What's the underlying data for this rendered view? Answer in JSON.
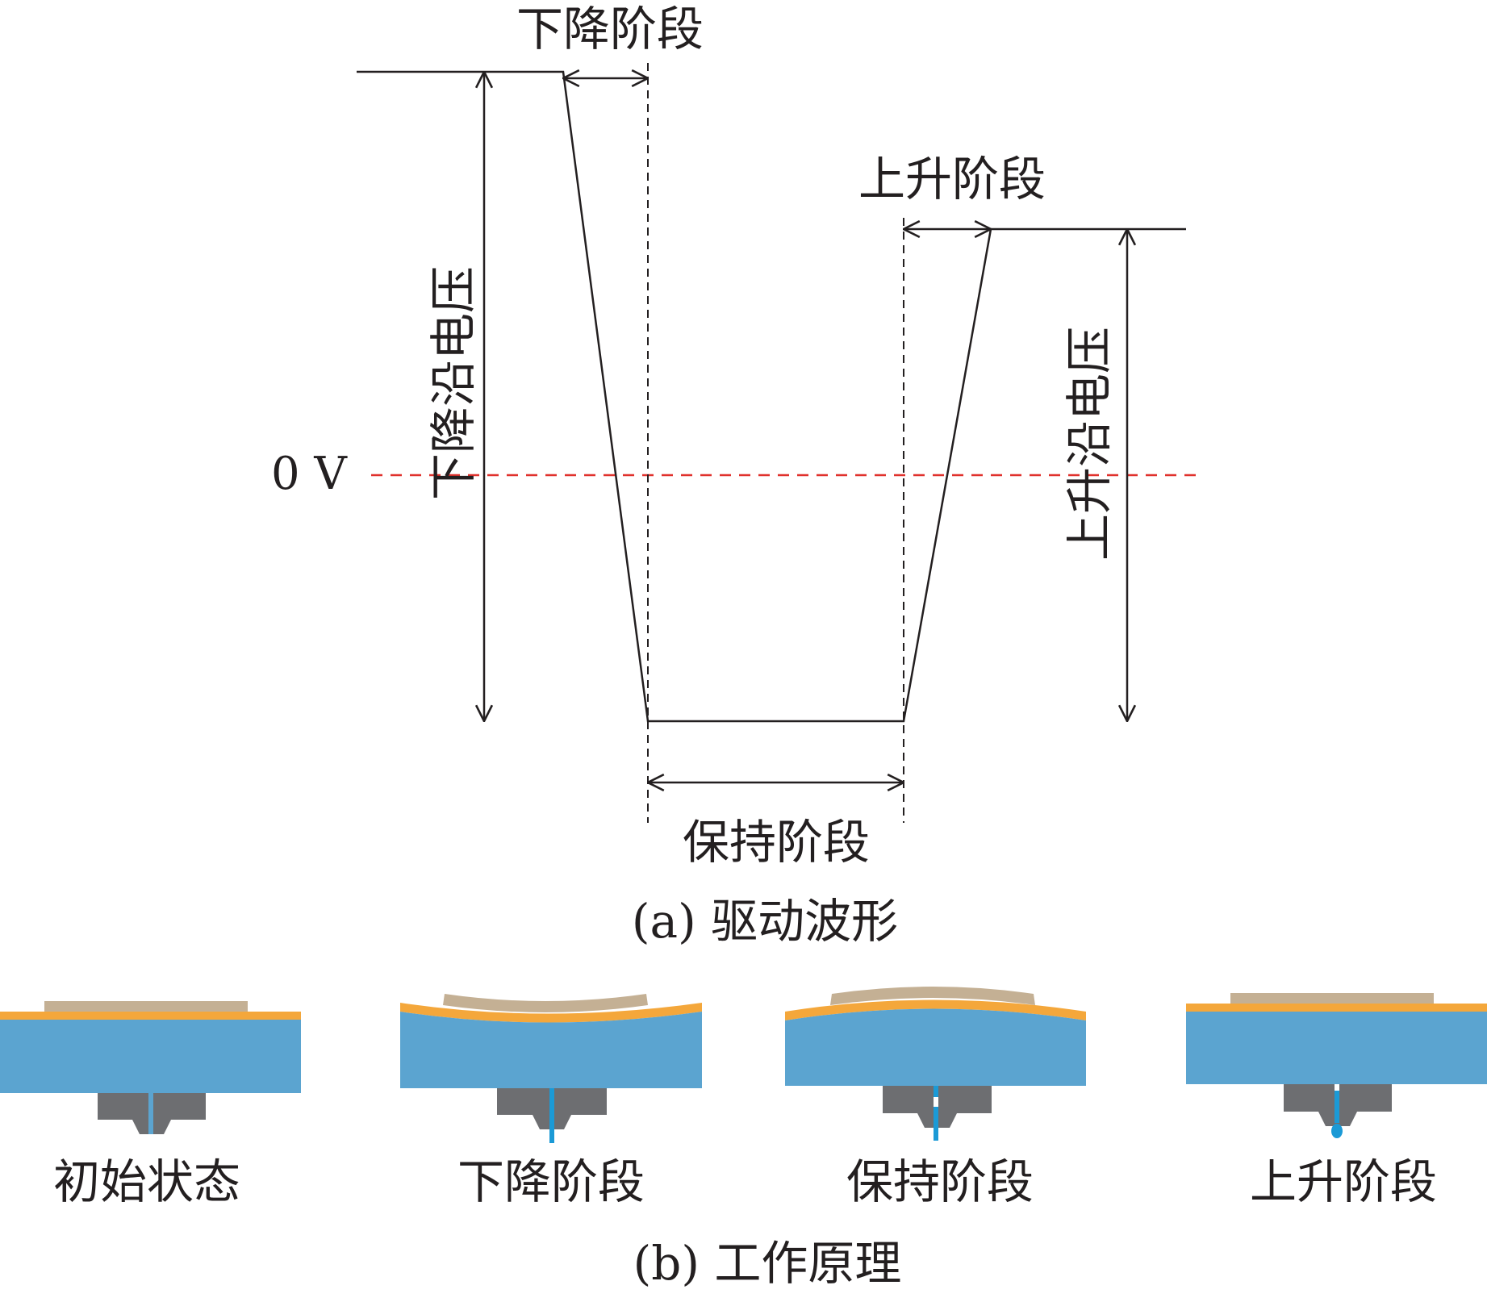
{
  "waveform": {
    "falling_phase_label": "下降阶段",
    "rising_phase_label": "上升阶段",
    "hold_phase_label": "保持阶段",
    "falling_edge_voltage_label": "下降沿电压",
    "rising_edge_voltage_label": "上升沿电压",
    "zero_voltage_label": "0 V",
    "caption": "(a)  驱动波形"
  },
  "principle": {
    "stages": [
      {
        "label": "初始状态"
      },
      {
        "label": "下降阶段"
      },
      {
        "label": "保持阶段"
      },
      {
        "label": "上升阶段"
      }
    ],
    "caption": "(b)  工作原理"
  },
  "colors": {
    "line": "#231f20",
    "zero_line": "#e0312c",
    "chamber": "#5ba4d0",
    "membrane": "#f4a73b",
    "piezo": "#c4b094",
    "nozzle": "#6d6e71",
    "ink": "#1b9ad6"
  }
}
